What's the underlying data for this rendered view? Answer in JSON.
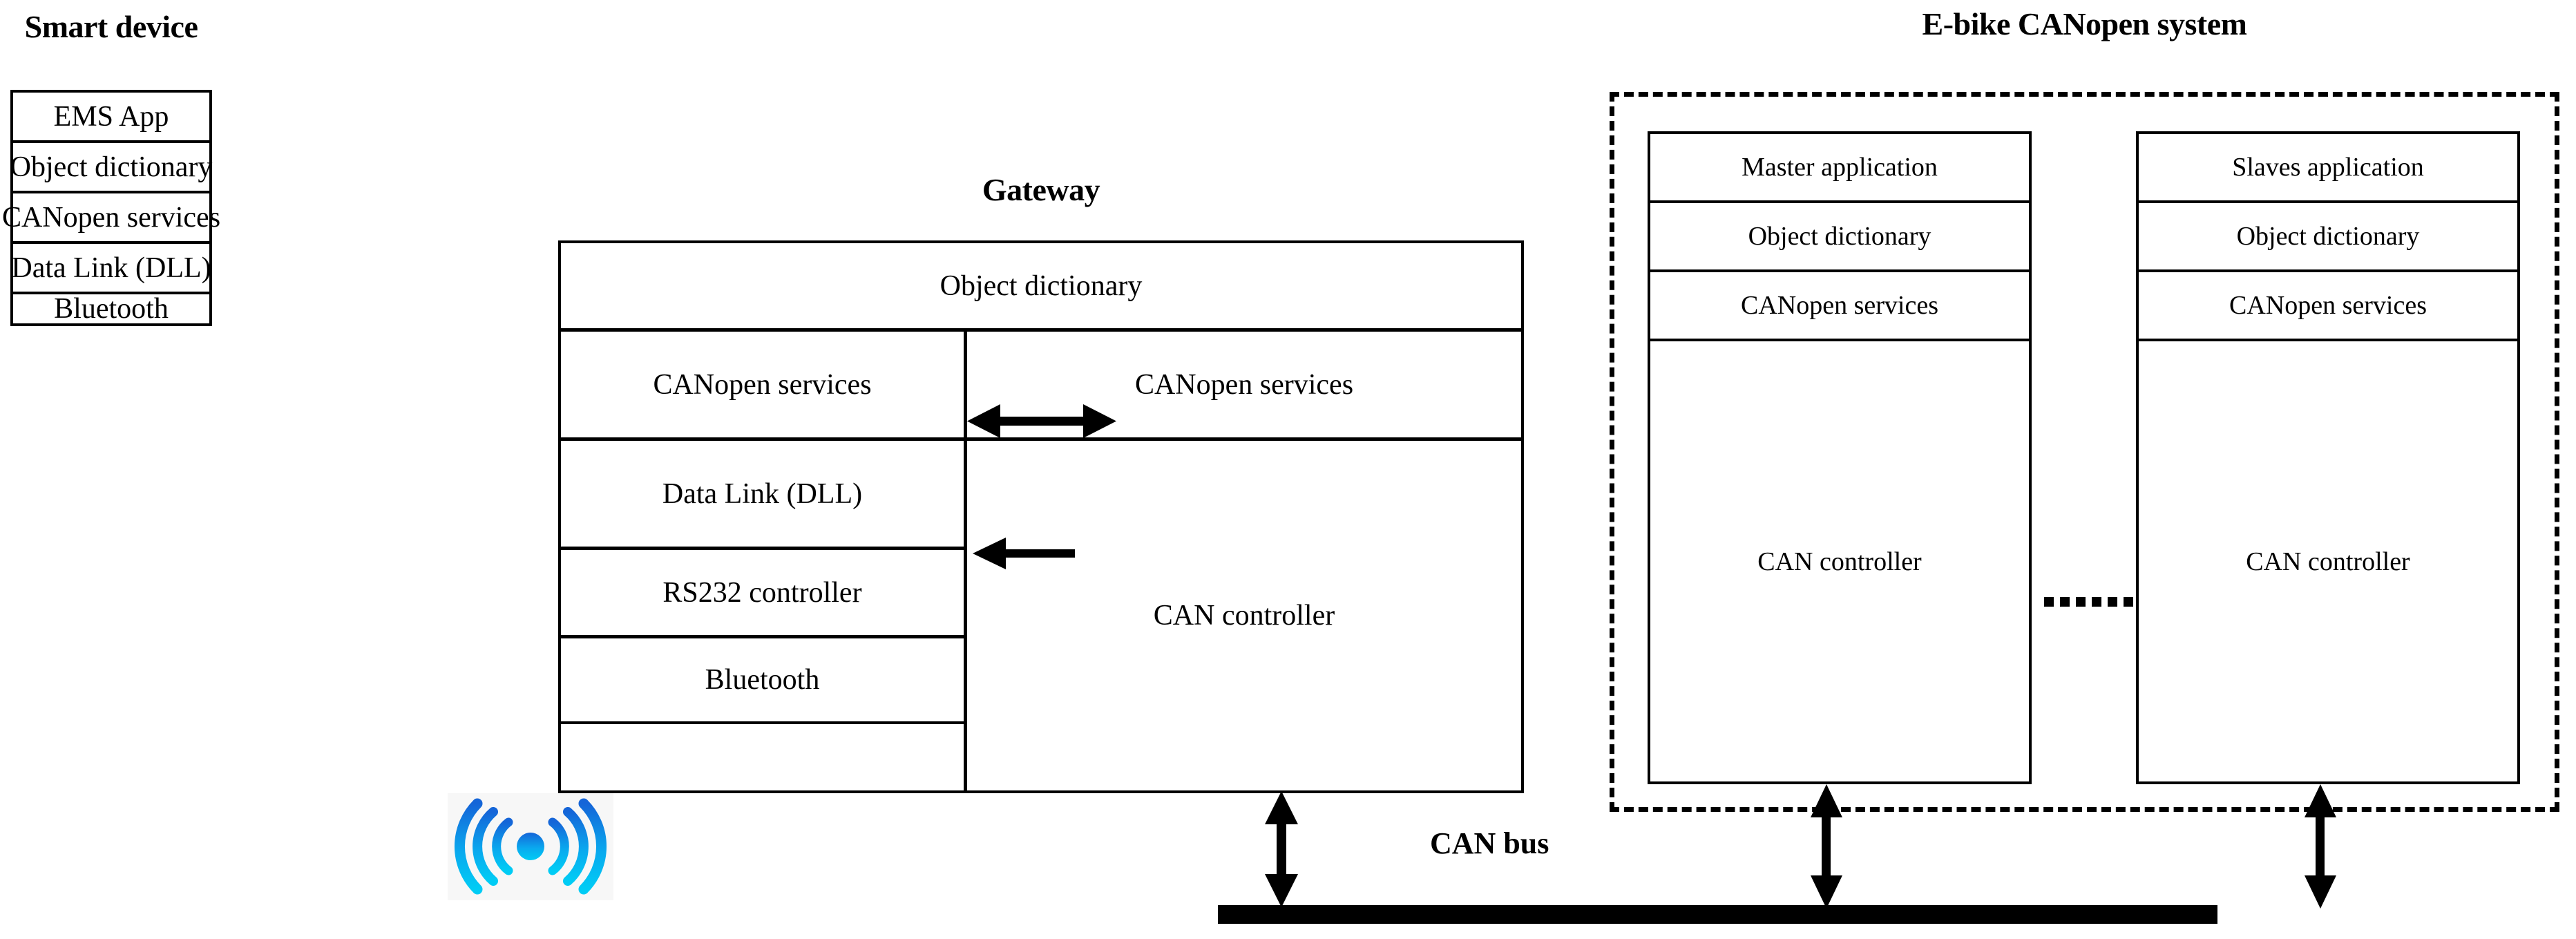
{
  "diagram": {
    "title": "E-bike CANopen system architecture with smart device and gateway",
    "background_color": "#ffffff",
    "line_color": "#000000"
  },
  "smart_device": {
    "title": "Smart device",
    "layers": [
      {
        "label": "EMS App"
      },
      {
        "label": "Object dictionary"
      },
      {
        "label": "CANopen services"
      },
      {
        "label": "Data Link (DLL)"
      },
      {
        "label": "Bluetooth"
      }
    ]
  },
  "gateway": {
    "title": "Gateway",
    "shared_layer": {
      "label": "Object dictionary"
    },
    "left_column": [
      {
        "label": "CANopen services"
      },
      {
        "label": "Data Link (DLL)"
      },
      {
        "label": "RS232 controller"
      },
      {
        "label": "Bluetooth"
      }
    ],
    "right_column": [
      {
        "label": "CANopen services"
      },
      {
        "label": "CAN controller"
      }
    ]
  },
  "ebike_system": {
    "title": "E-bike CANopen system",
    "border_style": "dashed",
    "nodes": [
      {
        "name": "master-node",
        "layers": [
          {
            "label": "Master application"
          },
          {
            "label": "Object dictionary"
          },
          {
            "label": "CANopen services"
          },
          {
            "label": "CAN controller"
          }
        ]
      },
      {
        "name": "slave-node",
        "layers": [
          {
            "label": "Slaves application"
          },
          {
            "label": "Object dictionary"
          },
          {
            "label": "CANopen services"
          },
          {
            "label": "CAN controller"
          }
        ]
      }
    ],
    "continuation_indicator": "......"
  },
  "bus": {
    "label": "CAN bus",
    "color": "#000000"
  },
  "icons": {
    "wireless": {
      "name": "wireless-signal-icon",
      "color_top": "#1565d8",
      "color_bottom": "#00ccf5",
      "background": "#f7f7f7",
      "arc_count": 3
    }
  },
  "connectors": [
    {
      "name": "gateway-canopen-bidirectional-arrow",
      "direction": "bidirectional",
      "orientation": "horizontal"
    },
    {
      "name": "gateway-dll-left-arrow",
      "direction": "left",
      "orientation": "horizontal"
    },
    {
      "name": "gateway-can-bus-arrow",
      "direction": "bidirectional",
      "orientation": "vertical"
    },
    {
      "name": "master-can-bus-arrow",
      "direction": "bidirectional",
      "orientation": "vertical"
    },
    {
      "name": "slave-can-bus-arrow",
      "direction": "bidirectional",
      "orientation": "vertical"
    }
  ]
}
